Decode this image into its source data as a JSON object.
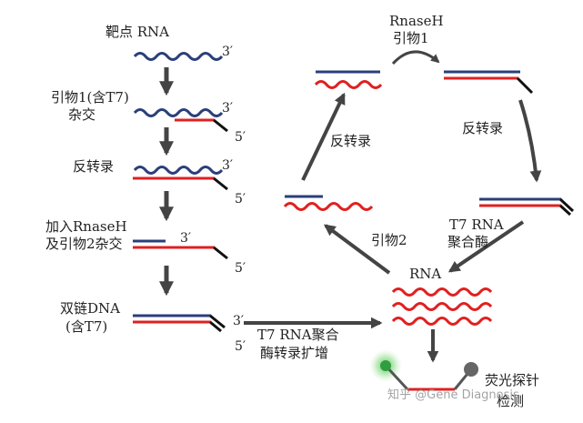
{
  "left": {
    "target_rna": "靶点 RNA",
    "primer1_hyb_line1": "引物1(含T7)",
    "primer1_hyb_line2": "杂交",
    "reverse_transcription": "反转录",
    "add_rnaseh_line1": "加入RnaseH",
    "add_rnaseh_line2": "及引物2杂交",
    "dsdna_line1": "双链DNA",
    "dsdna_line2": "(含T7)"
  },
  "ends": {
    "three_prime": "3′",
    "five_prime": "5′"
  },
  "center": {
    "t7_amp_line1": "T7 RNA聚合",
    "t7_amp_line2": "酶转录扩增"
  },
  "cycle": {
    "rnaseh_line1": "RnaseH",
    "rnaseh_line2": "引物1",
    "rt_left": "反转录",
    "rt_right": "反转录",
    "t7_line1": "T7 RNA",
    "t7_line2": "聚合酶",
    "primer2": "引物2",
    "rna": "RNA"
  },
  "probe": {
    "line1": "荧光探针",
    "line2": "检测"
  },
  "watermark": "知乎 @Gene Diagnosis",
  "colors": {
    "rna_blue": "#2a3f7a",
    "dna_red": "#e02020",
    "arrow": "#444444",
    "probe_green": "#2e9e3e",
    "probe_gray": "#666666"
  }
}
